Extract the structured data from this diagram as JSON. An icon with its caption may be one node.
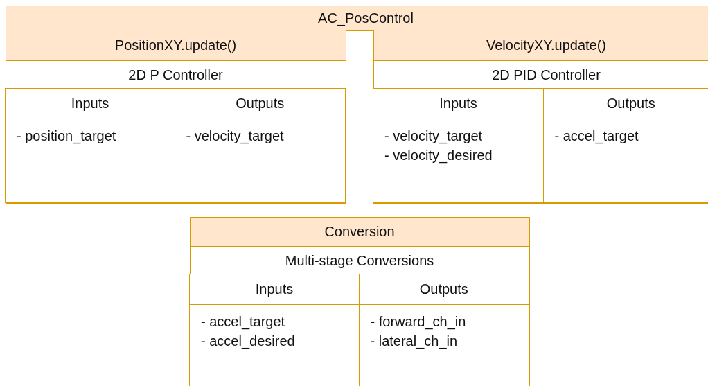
{
  "diagram": {
    "nodes": [
      {
        "text": [
          "AC_PosControl"
        ]
      },
      {
        "text": [
          "PositionXY.update()",
          "2D P Controller"
        ],
        "in": 0
      },
      {
        "text": [
          "Inputs",
          "- position_target"
        ],
        "in": 1
      },
      {
        "text": [
          "Outputs",
          "- velocity_target"
        ],
        "in": 1
      },
      {
        "text": [
          "VelocityXY.update()",
          "2D PID Controller"
        ],
        "in": 0
      },
      {
        "text": [
          "Inputs",
          "- velocity_target",
          "- velocity_desired"
        ],
        "in": 4
      },
      {
        "text": [
          "Outputs",
          "- accel_target"
        ],
        "in": 4
      },
      {
        "text": [
          "Conversion",
          "Multi-stage Conversions"
        ],
        "in": 0
      },
      {
        "text": [
          "Inputs",
          "- accel_target",
          "- accel_desired"
        ],
        "in": 7
      },
      {
        "text": [
          "Outputs",
          "- forward_ch_in",
          "- lateral_ch_in"
        ],
        "in": 7
      }
    ]
  }
}
